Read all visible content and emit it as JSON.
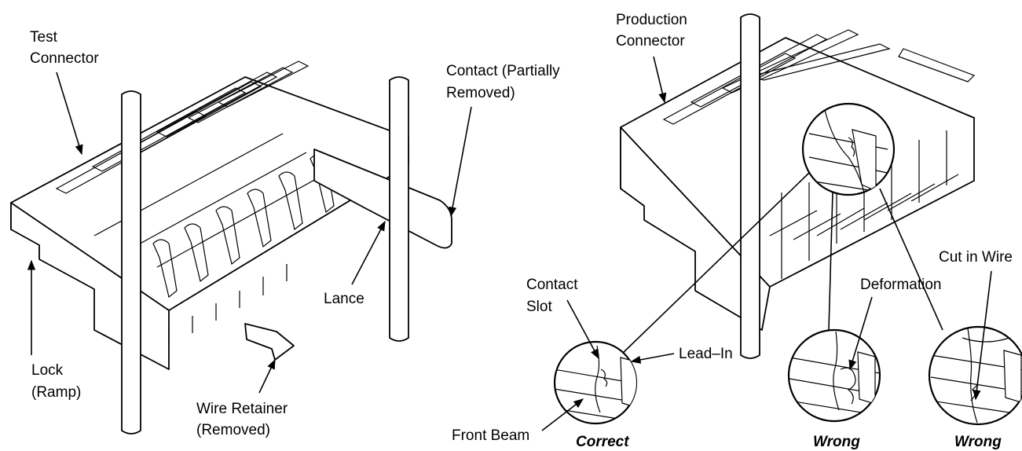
{
  "left_figure": {
    "labels": {
      "test_connector": [
        "Test",
        "Connector"
      ],
      "contact_partially_removed": [
        "Contact (Partially",
        "Removed)"
      ],
      "lance": "Lance",
      "lock_ramp": [
        "Lock",
        "(Ramp)"
      ],
      "wire_retainer_removed": [
        "Wire Retainer",
        "(Removed)"
      ]
    }
  },
  "right_figure": {
    "labels": {
      "production_connector": [
        "Production",
        "Connector"
      ],
      "contact_slot": [
        "Contact",
        "Slot"
      ],
      "lead_in": "Lead–In",
      "front_beam": "Front Beam",
      "deformation": "Deformation",
      "cut_in_wire": "Cut in Wire"
    },
    "verdicts": {
      "correct": "Correct",
      "wrong_deformation": "Wrong",
      "wrong_cut": "Wrong"
    }
  }
}
